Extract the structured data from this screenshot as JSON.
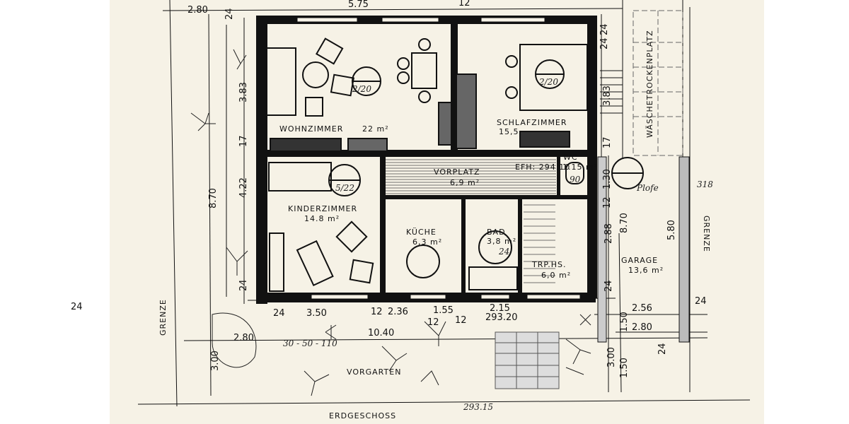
{
  "drawing": {
    "title": "ERDGESCHOSS",
    "rooms": {
      "wohnzimmer": {
        "name": "WOHNZIMMER",
        "area": "22 m²"
      },
      "schlafzimmer": {
        "name": "SCHLAFZIMMER",
        "area": "15,5"
      },
      "vorplatz": {
        "name": "VORPLATZ",
        "area": "6,9 m²",
        "level": "EFH: 294.10"
      },
      "wc": {
        "name": "WC",
        "area": "1.15 m²"
      },
      "kinderzimmer": {
        "name": "KINDERZIMMER",
        "area": "14.8 m²"
      },
      "kueche": {
        "name": "KÜCHE",
        "area": "6,3 m²"
      },
      "bad": {
        "name": "BAD",
        "area": "3,8 m²"
      },
      "treppenhaus": {
        "name": "TRP.HS.",
        "area": "6,0 m²"
      },
      "garage": {
        "name": "GARAGE",
        "area": "13,6 m²"
      },
      "waeschetrockenplatz": {
        "name": "WÄSCHETROCKENPLATZ"
      },
      "vorgarten": {
        "name": "VORGARTEN"
      }
    },
    "boundary_label": "GRENZE",
    "dimensions": {
      "top": [
        "2.80",
        "24",
        "5.75",
        "12",
        "24"
      ],
      "left": [
        "8.70",
        "3.83",
        "17",
        "4.22",
        "24",
        "3.00",
        "2.80"
      ],
      "bottom": [
        "24",
        "3.50",
        "12",
        "2.36",
        "1.55",
        "12",
        "2.15",
        "12",
        "10.40"
      ],
      "right": [
        "24",
        "3.83",
        "17",
        "1.30",
        "12",
        "2.88",
        "8.70",
        "24",
        "24",
        "1.50",
        "3.00",
        "1.50",
        "2.56",
        "2.80",
        "5.80",
        "24",
        "24"
      ]
    },
    "levels": {
      "entrance": "293.20",
      "street": "293.15"
    },
    "annotations": {
      "plot": "318",
      "plants": "30 - 50 - 110",
      "furniture_wohn": "2/20",
      "furniture_schlaf": "2/20",
      "furniture_kinder": "5/22",
      "furniture_bad": "24",
      "wc_size": "90",
      "plofe": "Plofe"
    }
  }
}
